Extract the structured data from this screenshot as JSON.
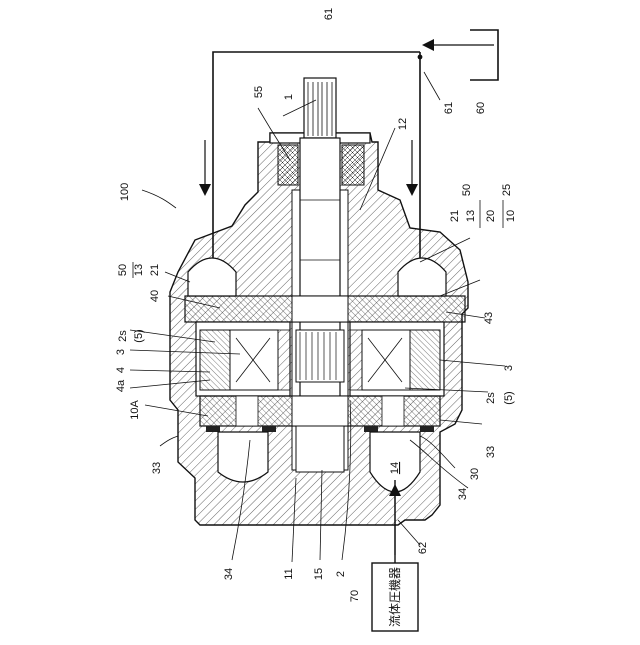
{
  "figure": {
    "ref_main": "100",
    "labels": {
      "l1": "1",
      "l55": "55",
      "l61a": "61",
      "l61b": "61",
      "l60": "60",
      "l12": "12",
      "l50a": "50",
      "l13a": "13",
      "l21a": "21",
      "l40": "40",
      "l2s_left": "2s",
      "l5_left": "(5)",
      "l3_left": "3",
      "l4": "4",
      "l4a": "4a",
      "l10A": "10A",
      "l33_left": "33",
      "l34_left": "34",
      "l11": "11",
      "l15": "15",
      "l2": "2",
      "l14": "14",
      "l62": "62",
      "l70": "70",
      "l25": "25",
      "l50b": "50",
      "l21b": "21",
      "l13b": "13",
      "l20": "20",
      "l10": "10",
      "l43": "43",
      "l3_right": "3",
      "l2s_right": "2s",
      "l5_right": "(5)",
      "l33_right": "33",
      "l30": "30",
      "l34_right": "34"
    },
    "fluid_device_label": "流体圧機器"
  }
}
